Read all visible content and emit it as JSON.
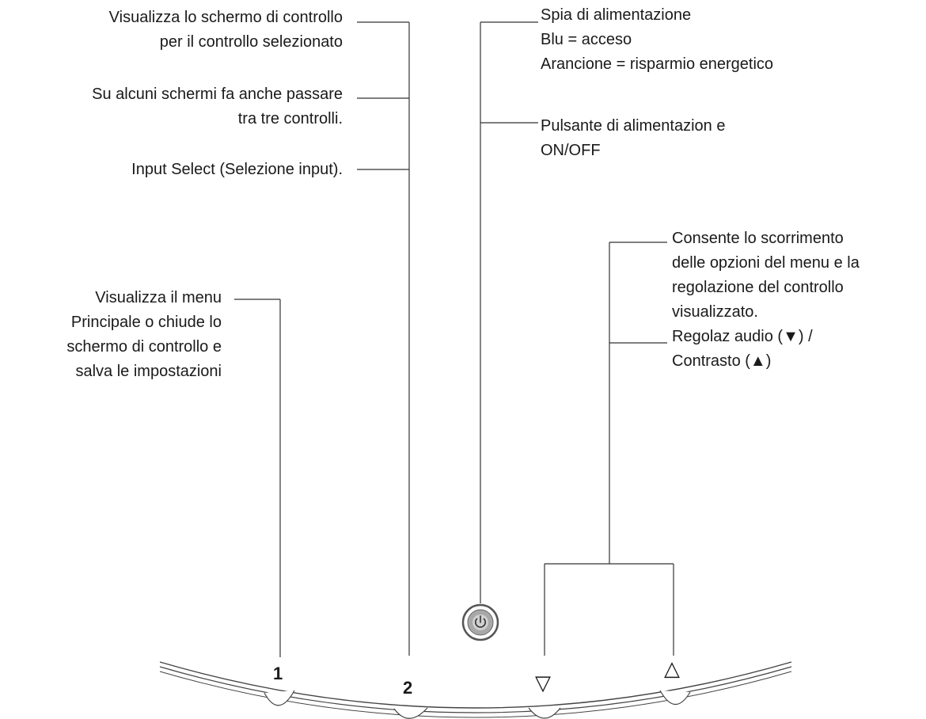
{
  "callouts": {
    "display_control": {
      "lines": [
        "Visualizza lo schermo di controllo",
        "per il controllo selezionato"
      ]
    },
    "toggle_controls": {
      "lines": [
        "Su alcuni schermi fa anche passare",
        "tra tre controlli."
      ]
    },
    "input_select": {
      "lines": [
        "Input Select (Selezione input)."
      ]
    },
    "main_menu": {
      "lines": [
        "Visualizza il menu",
        "Principale o chiude lo",
        "schermo di controllo e",
        "salva le impostazioni"
      ]
    },
    "power_light": {
      "lines": [
        "Spia di alimentazione",
        "Blu = acceso",
        "Arancione = risparmio energetico"
      ]
    },
    "power_button": {
      "lines": [
        "Pulsante di alimentazion e",
        "ON/OFF"
      ]
    },
    "scroll_adjust": {
      "lines": [
        "Consente lo scorrimento",
        "delle opzioni del menu e la",
        "regolazione del controllo",
        "visualizzato."
      ]
    },
    "audio_contrast": {
      "lines": [
        "Regolaz audio (▼) /",
        "Contrasto  (▲)"
      ]
    }
  },
  "buttons": {
    "button_1": "1",
    "button_2": "2",
    "down": "▽",
    "up": "△"
  },
  "colors": {
    "line": "#333333",
    "power_ring_outer": "#555555",
    "power_ring_fill": "#a8a8a8"
  },
  "icons": [
    "power-icon"
  ]
}
